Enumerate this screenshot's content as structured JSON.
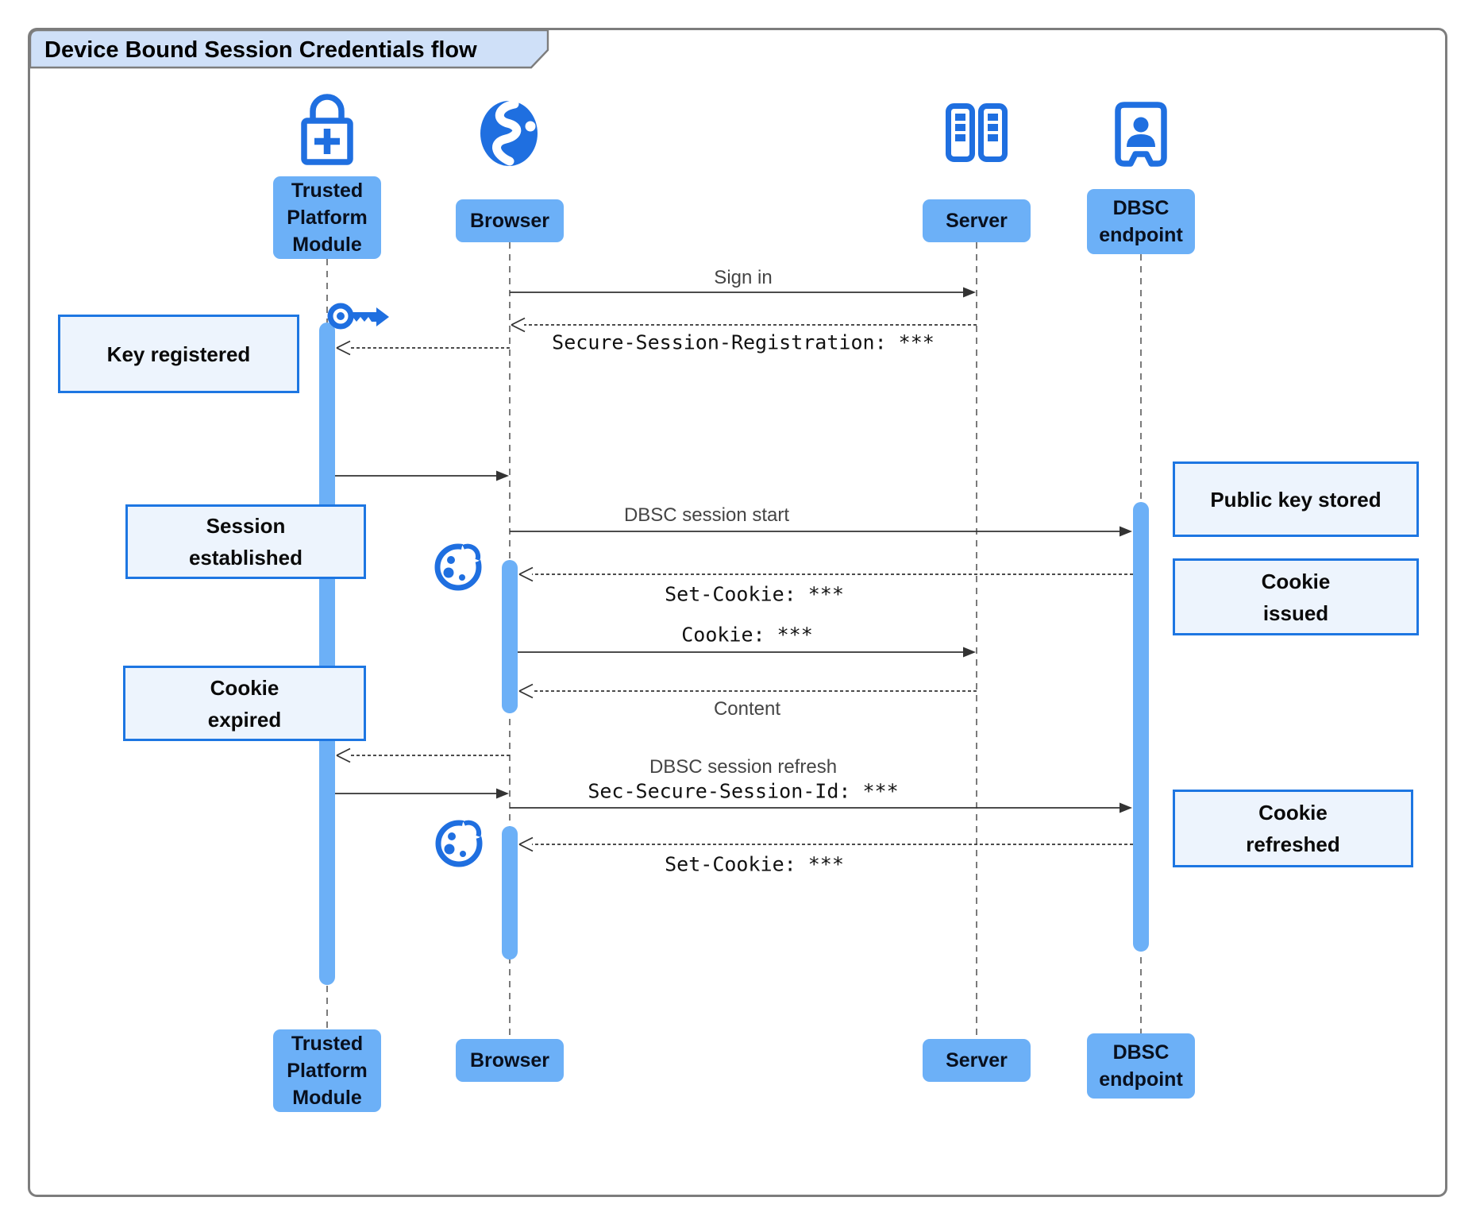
{
  "title": "Device Bound Session Credentials flow",
  "actors": [
    {
      "id": "tpm",
      "label": "Trusted\nPlatform\nModule",
      "icon": "lock-plus-icon"
    },
    {
      "id": "browser",
      "label": "Browser",
      "icon": "globe-icon"
    },
    {
      "id": "server",
      "label": "Server",
      "icon": "server-rack-icon"
    },
    {
      "id": "dbsc",
      "label": "DBSC\nendpoint",
      "icon": "door-person-icon"
    }
  ],
  "messages": [
    {
      "from": "Browser",
      "to": "Server",
      "style": "solid",
      "label": "Sign in"
    },
    {
      "from": "Server",
      "to": "Browser",
      "style": "dashed",
      "label": "Secure-Session-Registration: ***",
      "font": "mono"
    },
    {
      "from": "Browser",
      "to": "Trusted Platform Module",
      "style": "dashed",
      "label": ""
    },
    {
      "from": "Trusted Platform Module",
      "to": "Browser",
      "style": "solid",
      "label": ""
    },
    {
      "from": "Browser",
      "to": "DBSC endpoint",
      "style": "solid",
      "label": "DBSC session start"
    },
    {
      "from": "DBSC endpoint",
      "to": "Browser",
      "style": "dashed",
      "label": "Set-Cookie: ***",
      "font": "mono"
    },
    {
      "from": "Browser",
      "to": "Server",
      "style": "solid",
      "label": "Cookie: ***",
      "font": "mono"
    },
    {
      "from": "Server",
      "to": "Browser",
      "style": "dashed",
      "label": "Content"
    },
    {
      "from": "Browser",
      "to": "Trusted Platform Module",
      "style": "dashed",
      "label": ""
    },
    {
      "from": "Trusted Platform Module",
      "to": "Browser",
      "style": "solid",
      "label": ""
    },
    {
      "from": "Browser",
      "to": "DBSC endpoint",
      "style": "solid",
      "label": "DBSC session refresh",
      "sublabel": "Sec-Secure-Session-Id: ***"
    },
    {
      "from": "DBSC endpoint",
      "to": "Browser",
      "style": "dashed",
      "label": "Set-Cookie: ***",
      "font": "mono"
    }
  ],
  "notes": [
    {
      "side": "left",
      "text": "Key registered"
    },
    {
      "side": "right",
      "text": "Public key stored"
    },
    {
      "side": "left",
      "text": "Session\nestablished"
    },
    {
      "side": "right",
      "text": "Cookie\nissued"
    },
    {
      "side": "left",
      "text": "Cookie\nexpired"
    },
    {
      "side": "right",
      "text": "Cookie\nrefreshed"
    }
  ],
  "colors": {
    "accent_blue": "#1f6fe0",
    "actor_fill": "#6cb0f7",
    "note_fill": "#edf4fd",
    "note_border": "#1d76e2",
    "tab_fill": "#cfe0f8",
    "frame_border": "#7d7d7d",
    "arrow_color": "#333333"
  }
}
